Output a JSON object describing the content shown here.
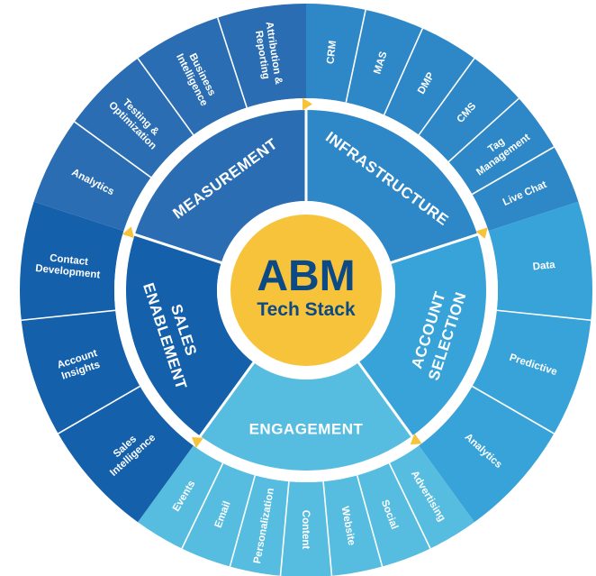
{
  "colors": {
    "background": "#ffffff",
    "ring_gap": "#ffffff",
    "separator": "#ffffff",
    "arrow": "#f6c33b",
    "center_fill": "#f6c33b",
    "center_text": "#0c4a85"
  },
  "center": {
    "title": "ABM",
    "subtitle": "Tech Stack"
  },
  "segments": [
    {
      "key": "infrastructure",
      "label_lines": [
        "INFRASTRUCTURE"
      ],
      "color_mid": "#2e87c6",
      "color_outer": "#2e87c6",
      "items": [
        {
          "lines": [
            "CRM"
          ]
        },
        {
          "lines": [
            "MAS"
          ]
        },
        {
          "lines": [
            "DMP"
          ]
        },
        {
          "lines": [
            "CMS"
          ]
        },
        {
          "lines": [
            "Tag",
            "Management"
          ]
        },
        {
          "lines": [
            "Live Chat"
          ]
        }
      ]
    },
    {
      "key": "account-selection",
      "label_lines": [
        "ACCOUNT",
        "SELECTION"
      ],
      "color_mid": "#38a3d8",
      "color_outer": "#38a3d8",
      "items": [
        {
          "lines": [
            "Data"
          ]
        },
        {
          "lines": [
            "Predictive"
          ]
        },
        {
          "lines": [
            "Analytics"
          ]
        }
      ]
    },
    {
      "key": "engagement",
      "label_lines": [
        "ENGAGEMENT"
      ],
      "color_mid": "#56bde0",
      "color_outer": "#56bde0",
      "items": [
        {
          "lines": [
            "Advertising"
          ]
        },
        {
          "lines": [
            "Social"
          ]
        },
        {
          "lines": [
            "Website"
          ]
        },
        {
          "lines": [
            "Content"
          ]
        },
        {
          "lines": [
            "Personalization"
          ]
        },
        {
          "lines": [
            "Email"
          ]
        },
        {
          "lines": [
            "Events"
          ]
        }
      ]
    },
    {
      "key": "sales-enablement",
      "label_lines": [
        "SALES",
        "ENABLEMENT"
      ],
      "color_mid": "#1560ab",
      "color_outer": "#1560ab",
      "items": [
        {
          "lines": [
            "Sales",
            "Intelligence"
          ]
        },
        {
          "lines": [
            "Account",
            "Insights"
          ]
        },
        {
          "lines": [
            "Contact",
            "Development"
          ]
        }
      ]
    },
    {
      "key": "measurement",
      "label_lines": [
        "MEASUREMENT"
      ],
      "color_mid": "#2a6db2",
      "color_outer": "#2a6db2",
      "items": [
        {
          "lines": [
            "Analytics"
          ]
        },
        {
          "lines": [
            "Testing &",
            "Optimization"
          ]
        },
        {
          "lines": [
            "Business",
            "Intelligence"
          ]
        },
        {
          "lines": [
            "Attribution &",
            "Reporting"
          ]
        }
      ]
    }
  ]
}
